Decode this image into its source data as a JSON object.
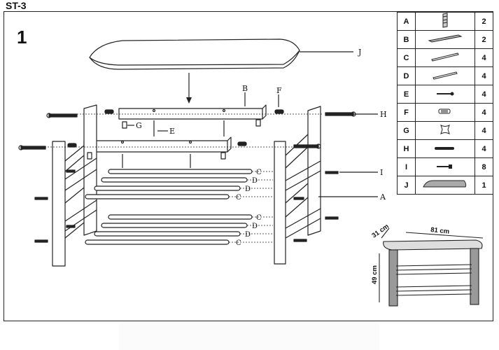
{
  "header": {
    "model": "ST-3"
  },
  "step": {
    "number": "1"
  },
  "callouts": {
    "A": "A",
    "B": "B",
    "C": "C",
    "D": "D",
    "E": "E",
    "F": "F",
    "G": "G",
    "H": "H",
    "I": "I",
    "J": "J"
  },
  "parts_table": {
    "rows": [
      {
        "letter": "A",
        "qty": "2",
        "icon": "side-frame-icon"
      },
      {
        "letter": "B",
        "qty": "2",
        "icon": "rail-icon"
      },
      {
        "letter": "C",
        "qty": "4",
        "icon": "long-dowel-icon"
      },
      {
        "letter": "D",
        "qty": "4",
        "icon": "short-dowel-icon"
      },
      {
        "letter": "E",
        "qty": "4",
        "icon": "screw-icon"
      },
      {
        "letter": "F",
        "qty": "4",
        "icon": "wooden-dowel-icon"
      },
      {
        "letter": "G",
        "qty": "4",
        "icon": "cam-lock-icon"
      },
      {
        "letter": "H",
        "qty": "4",
        "icon": "bolt-icon"
      },
      {
        "letter": "I",
        "qty": "8",
        "icon": "pin-icon"
      },
      {
        "letter": "J",
        "qty": "1",
        "icon": "seat-cushion-icon"
      }
    ]
  },
  "dimensions": {
    "depth": "31 cm",
    "width": "81 cm",
    "height": "49 cm"
  }
}
